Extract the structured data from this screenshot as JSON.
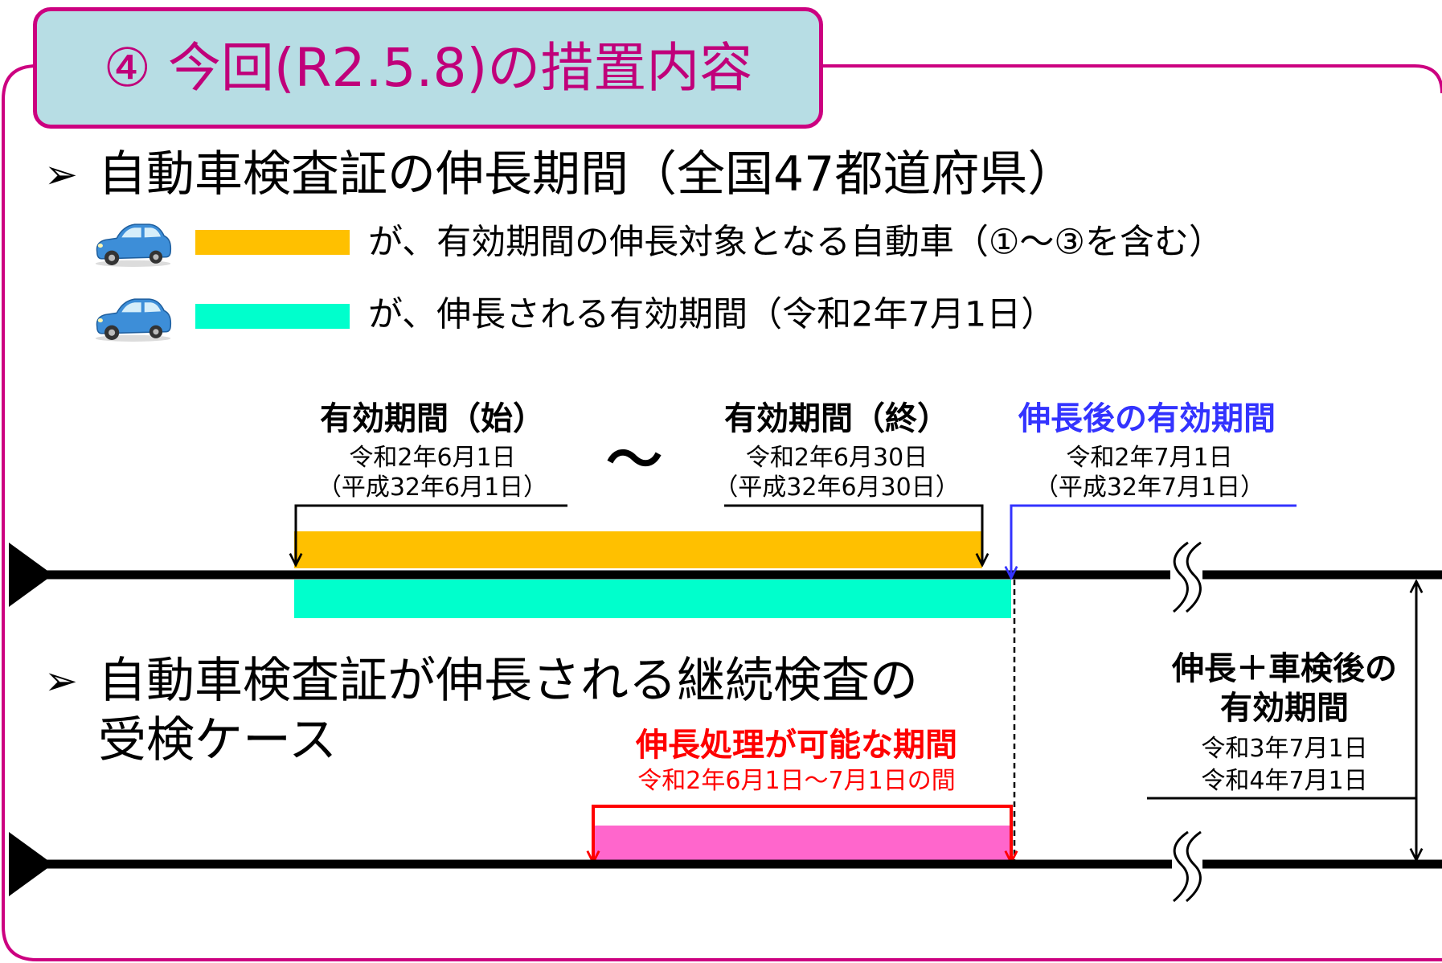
{
  "title": "④ 今回(R2.5.8)の措置内容",
  "section1": {
    "marker": "➢",
    "heading": "自動車検査証の伸長期間（全国47都道府県）"
  },
  "legend": [
    {
      "icon": "car-icon",
      "text": "が、有効期間の伸長対象となる自動車（①～③を含む）"
    },
    {
      "icon": "car-icon",
      "text": "が、伸長される有効期間（令和2年7月1日）"
    }
  ],
  "timeline": {
    "start": {
      "heading": "有効期間（始）",
      "date": "令和2年6月1日",
      "alt_date": "（平成32年6月1日）"
    },
    "range_separator": "～",
    "end": {
      "heading": "有効期間（終）",
      "date": "令和2年6月30日",
      "alt_date": "（平成32年6月30日）"
    },
    "extended": {
      "heading": "伸長後の有効期間",
      "date": "令和2年7月1日",
      "alt_date": "（平成32年7月1日）"
    }
  },
  "section2": {
    "marker": "➢",
    "heading_line1": "自動車検査証が伸長される継続検査の",
    "heading_line2": "受検ケース"
  },
  "processing_window": {
    "heading": "伸長処理が可能な期間",
    "range": "令和2年6月1日～7月1日の間"
  },
  "post_inspection": {
    "heading_line1": "伸長＋車検後の",
    "heading_line2": "有効期間",
    "date1": "令和3年7月1日",
    "date2": "令和4年7月1日"
  },
  "colors": {
    "frame": "#cc0080",
    "title_text": "#c0007a",
    "title_background": "#b7dde4",
    "extension_target": "#ffc000",
    "extended_period": "#00ffcc",
    "processing_window": "#ff66cc",
    "extended_label": "#3333ff",
    "processing_label": "#ff0000",
    "timeline": "#000000"
  }
}
